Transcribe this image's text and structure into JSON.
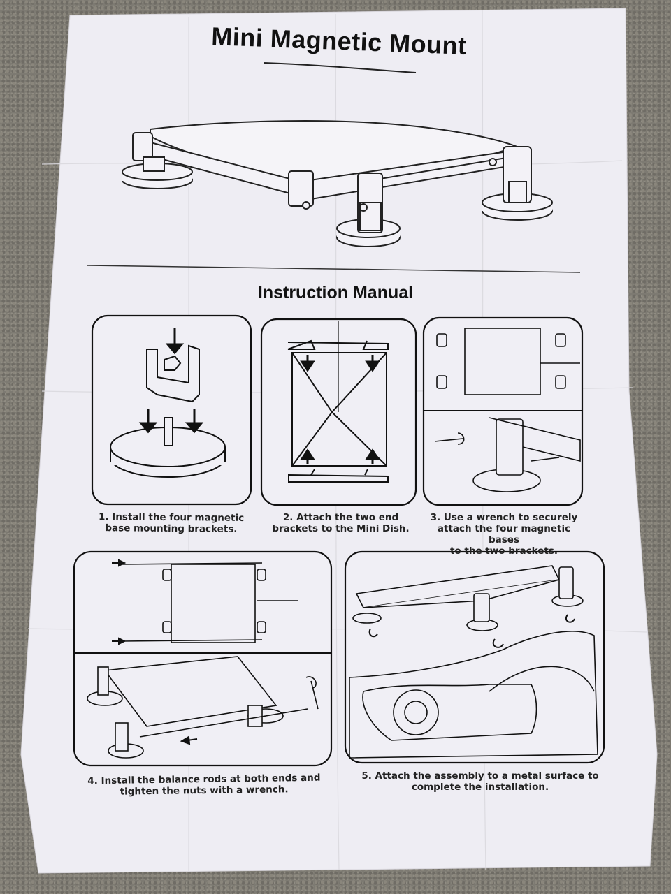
{
  "document": {
    "title": "Mini Magnetic Mount",
    "subtitle": "Instruction Manual",
    "steps": [
      {
        "line1": "1.  Install the four magnetic",
        "line2": "base mounting brackets.",
        "line3": ""
      },
      {
        "line1": "2. Attach the two end",
        "line2": "brackets to the Mini Dish.",
        "line3": ""
      },
      {
        "line1": "3. Use a wrench to securely",
        "line2": "attach the four magnetic bases",
        "line3": "to the two brackets."
      },
      {
        "line1": "4. Install the balance rods at both ends and",
        "line2": "tighten the nuts with a wrench.",
        "line3": ""
      },
      {
        "line1": "5. Attach the assembly to a metal surface to",
        "line2": "complete the installation.",
        "line3": ""
      }
    ]
  },
  "colors": {
    "paper": "#efeef4",
    "ink": "#1a1a1a",
    "carpet": "#7d7a72"
  },
  "icons": [
    "magnetic-mount-illustration",
    "magnet-base-icon",
    "arrow-icon",
    "wrench-icon",
    "magnet-icon",
    "car-illustration"
  ]
}
